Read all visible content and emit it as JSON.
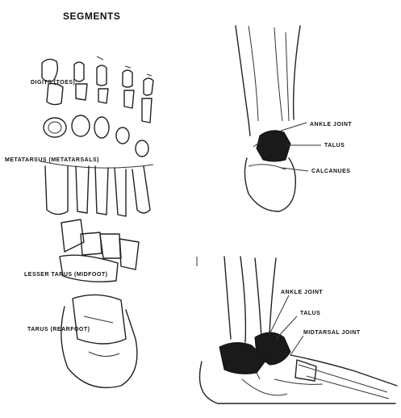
{
  "title": "SEGMENTS",
  "left_labels": {
    "digits": "DIGITS (TOES)",
    "metatarsus": "METATARSUS (METATARSALS)",
    "lesser_tarsus": "LESSER TARUS (MIDFOOT)",
    "tarsus": "TARUS (REARFOOT)"
  },
  "posterior_labels": {
    "ankle_joint": "ANKLE JOINT",
    "talus": "TALUS",
    "calcaneus": "CALCANUES"
  },
  "lateral_labels": {
    "ankle_joint": "ANKLE JOINT",
    "talus": "TALUS",
    "midtarsal_joint": "MIDTARSAL JOINT"
  }
}
